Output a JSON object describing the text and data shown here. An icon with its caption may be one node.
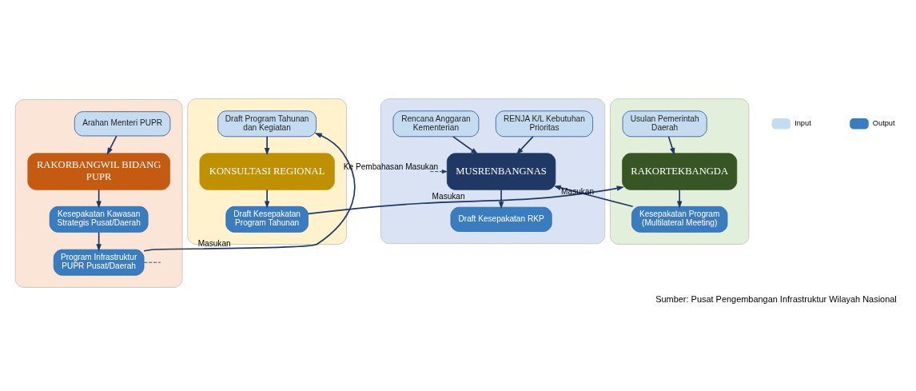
{
  "diagram": {
    "caption": "Sumber: Pusat Pengembangan Infrastruktur Wilayah Nasional",
    "nodes": [
      {
        "text": [],
        "shape": "box"
      },
      {
        "text": [
          "Arahan Menteri PUPR"
        ],
        "in": 0
      },
      {
        "text": [
          "RAKORBANGWIL BIDANG PUPR"
        ],
        "in": 0
      },
      {
        "text": [
          "Kesepakatan Kawasan Strategis Pusat/Daerah"
        ],
        "in": 0
      },
      {
        "text": [
          "Program Infrastruktur PUPR Pusat/Daerah"
        ],
        "in": 0
      },
      {
        "text": [],
        "shape": "box"
      },
      {
        "text": [
          "Draft Kesepakatan Program Tahunan"
        ],
        "in": 5
      },
      {
        "text": [
          "KONSULTASI REGIONAL"
        ],
        "in": 5
      },
      {
        "text": [
          "Draft Program Tahunan dan Kegiatan"
        ],
        "in": 5
      },
      {
        "text": [],
        "shape": "box"
      },
      {
        "text": [
          "Usulan Pemerintah Daerah"
        ],
        "in": 9
      },
      {
        "text": [
          "RAKORTEKBANGDA"
        ],
        "in": 9
      },
      {
        "text": [
          "Kesepakatan Program (Multilateral Meeting)"
        ],
        "in": 9
      },
      {
        "text": [],
        "shape": "box"
      },
      {
        "text": [
          "Draft Kesepakatan RKP"
        ],
        "in": 13
      },
      {
        "text": [
          "MUSRENBANGNAS"
        ],
        "in": 13
      },
      {
        "text": [
          "Rencana Anggaran Kementerian"
        ],
        "in": 13
      },
      {
        "text": [
          "RENJA K/L Kebutuhan Prioritas"
        ],
        "in": 13
      }
    ],
    "edges": [
      {
        "from": 1,
        "to": 2,
        "arrow": "to"
      },
      {
        "from": 2,
        "to": 3,
        "arrow": "to"
      },
      {
        "from": 3,
        "to": 4,
        "arrow": "to"
      },
      {
        "from": 4,
        "to": null,
        "arrow": "none",
        "style": "dashed"
      },
      {
        "from": 4,
        "to": 8,
        "arrow": "to",
        "label": "Masukan"
      },
      {
        "from": 8,
        "to": 7,
        "arrow": "to"
      },
      {
        "from": 7,
        "to": 6,
        "arrow": "to"
      },
      {
        "from": 6,
        "to": 11,
        "arrow": "to",
        "label": "Masukan"
      },
      {
        "from": 10,
        "to": 11,
        "arrow": "to"
      },
      {
        "from": 11,
        "to": 12,
        "arrow": "to"
      },
      {
        "from": 12,
        "to": 15,
        "arrow": "to",
        "label": "Masukan"
      },
      {
        "from": 16,
        "to": 15,
        "arrow": "to"
      },
      {
        "from": null,
        "to": 15,
        "arrow": "to",
        "style": "dashed",
        "label": "Ke Pembahasan Masukan"
      },
      {
        "from": 17,
        "to": 15,
        "arrow": "to"
      },
      {
        "from": 15,
        "to": 14,
        "arrow": "to"
      }
    ],
    "legend": [
      {
        "text": "Input",
        "color": "#c5dcf0"
      },
      {
        "text": "Output",
        "color": "#3a7cc0"
      }
    ]
  }
}
